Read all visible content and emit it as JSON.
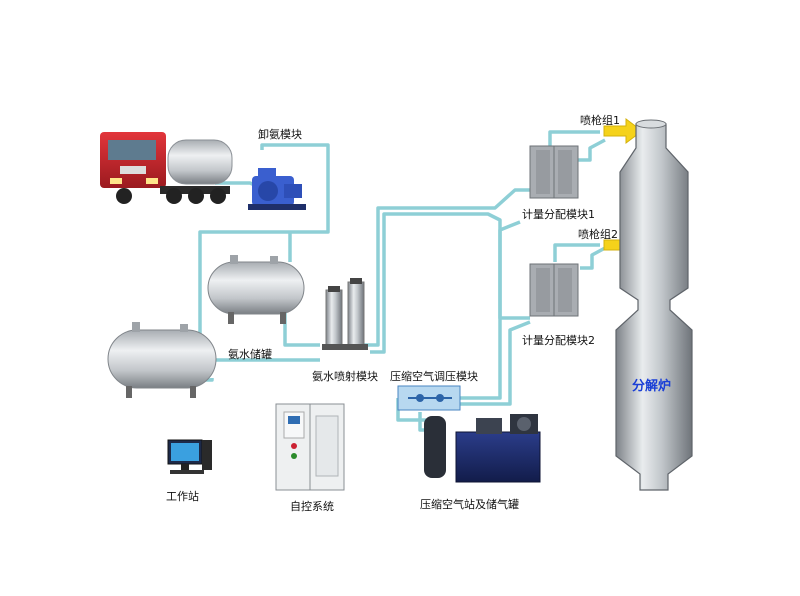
{
  "labels": {
    "unload_module": "卸氨模块",
    "ammonia_tank": "氨水储罐",
    "spray_module": "氨水喷射模块",
    "pressure_module": "压缩空气调压模块",
    "metering1": "计量分配模块1",
    "metering2": "计量分配模块2",
    "spray_group1": "喷枪组1",
    "spray_group2": "喷枪组2",
    "decomposer": "分解炉",
    "workstation": "工作站",
    "control_system": "自控系统",
    "compressor_station": "压缩空气站及储气罐"
  },
  "colors": {
    "pipe": "#8ecfd6",
    "pipe_dark": "#5fb0ba",
    "arrow": "#f5d21a",
    "label_blue": "#1a3fd6",
    "truck_red": "#c8232a"
  }
}
